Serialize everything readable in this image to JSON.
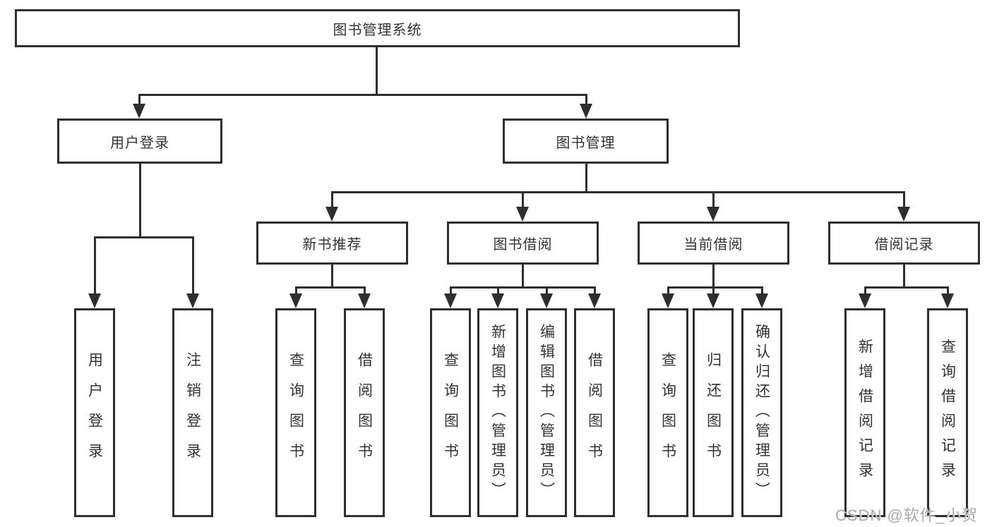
{
  "tree": {
    "root": {
      "label": "图书管理系统"
    },
    "user": {
      "label": "用户登录",
      "children": [
        {
          "label": "用户登录"
        },
        {
          "label": "注销登录"
        }
      ]
    },
    "book": {
      "label": "图书管理",
      "children": [
        {
          "label": "新书推荐",
          "children": [
            {
              "label": "查询图书"
            },
            {
              "label": "借阅图书"
            }
          ]
        },
        {
          "label": "图书借阅",
          "children": [
            {
              "label": "查询图书"
            },
            {
              "label": "新增图书（管理员）"
            },
            {
              "label": "编辑图书（管理员）"
            },
            {
              "label": "借阅图书"
            }
          ]
        },
        {
          "label": "当前借阅",
          "children": [
            {
              "label": "查询图书"
            },
            {
              "label": "归还图书"
            },
            {
              "label": "确认归还（管理员）"
            }
          ]
        },
        {
          "label": "借阅记录",
          "children": [
            {
              "label": "新增借阅记录"
            },
            {
              "label": "查询借阅记录"
            }
          ]
        }
      ]
    }
  },
  "watermark": {
    "text": "CSDN @软件_小贺同学"
  },
  "colors": {
    "line": "#2e2e2e",
    "text": "#333333",
    "watermark": "#a9a9a9",
    "background": "#ffffff"
  }
}
